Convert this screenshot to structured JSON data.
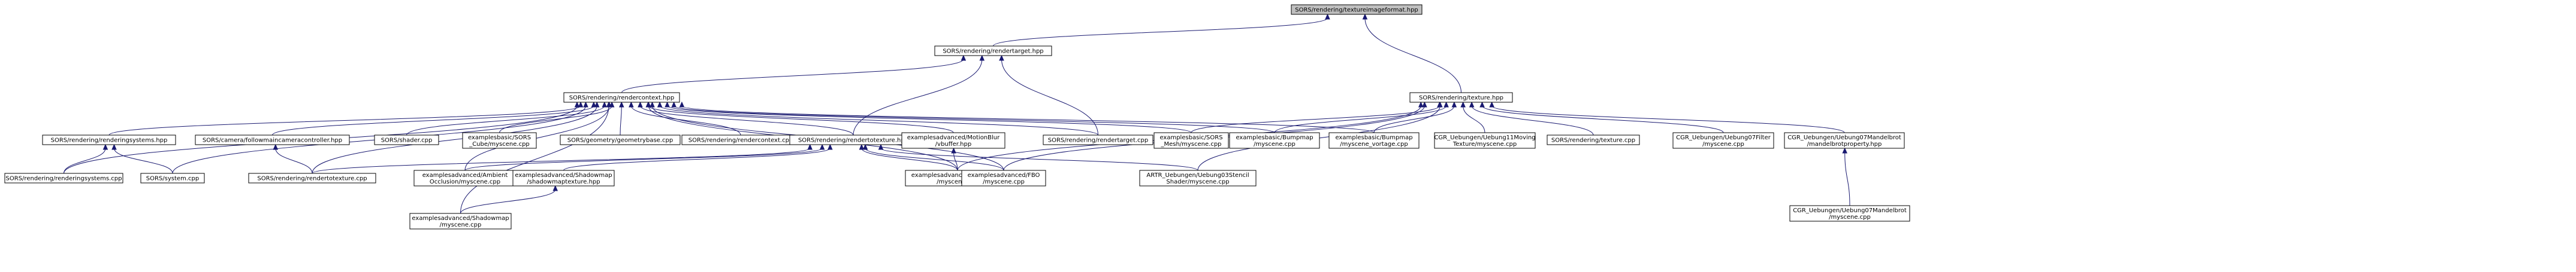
{
  "diagram": {
    "type": "include-dependency-graph",
    "colors": {
      "node_fill": "#ffffff",
      "root_fill": "#bfbfbf",
      "node_border": "#000000",
      "edge": "#191970"
    },
    "nodes": [
      {
        "id": "n0",
        "lines": [
          "SORS/rendering/textureimageformat.hpp"
        ],
        "root": true
      },
      {
        "id": "n1",
        "lines": [
          "SORS/rendering/rendertarget.hpp"
        ]
      },
      {
        "id": "n2",
        "lines": [
          "SORS/rendering/texture.hpp"
        ]
      },
      {
        "id": "n3",
        "lines": [
          "SORS/rendering/rendercontext.hpp"
        ]
      },
      {
        "id": "n4",
        "lines": [
          "SORS/rendering/renderingsystems.hpp"
        ]
      },
      {
        "id": "n5",
        "lines": [
          "SORS/camera/followmaincameracontroller.hpp"
        ]
      },
      {
        "id": "n6",
        "lines": [
          "SORS/shader.cpp"
        ]
      },
      {
        "id": "n7",
        "lines": [
          "examplesbasic/SORS",
          "_Cube/myscene.cpp"
        ]
      },
      {
        "id": "n8",
        "lines": [
          "SORS/geometry/geometrybase.cpp"
        ]
      },
      {
        "id": "n9",
        "lines": [
          "SORS/rendering/rendercontext.cpp"
        ]
      },
      {
        "id": "n10",
        "lines": [
          "SORS/rendering/rendertotexture.hpp"
        ]
      },
      {
        "id": "n11",
        "lines": [
          "examplesadvanced/MotionBlur",
          "/vbuffer.hpp"
        ]
      },
      {
        "id": "n12",
        "lines": [
          "SORS/rendering/rendertarget.cpp"
        ]
      },
      {
        "id": "n13",
        "lines": [
          "examplesbasic/SORS",
          "_Mesh/myscene.cpp"
        ]
      },
      {
        "id": "n14",
        "lines": [
          "examplesbasic/Bumpmap",
          "/myscene.cpp"
        ]
      },
      {
        "id": "n15",
        "lines": [
          "examplesbasic/Bumpmap",
          "/myscene_vortage.cpp"
        ]
      },
      {
        "id": "n16",
        "lines": [
          "CGR_Uebungen/Uebung11Moving",
          "Texture/myscene.cpp"
        ]
      },
      {
        "id": "n17",
        "lines": [
          "SORS/rendering/texture.cpp"
        ]
      },
      {
        "id": "n18",
        "lines": [
          "CGR_Uebungen/Uebung07Filter",
          "/myscene.cpp"
        ]
      },
      {
        "id": "n19",
        "lines": [
          "CGR_Uebungen/Uebung07Mandelbrot",
          "/mandelbrotproperty.hpp"
        ]
      },
      {
        "id": "n20",
        "lines": [
          "SORS/rendering/renderingsystems.cpp"
        ]
      },
      {
        "id": "n21",
        "lines": [
          "SORS/system.cpp"
        ]
      },
      {
        "id": "n22",
        "lines": [
          "SORS/rendering/rendertotexture.cpp"
        ]
      },
      {
        "id": "n23",
        "lines": [
          "examplesadvanced/Ambient",
          "Occlusion/myscene.cpp"
        ]
      },
      {
        "id": "n24",
        "lines": [
          "examplesadvanced/Shadowmap",
          "/shadowmaptexture.hpp"
        ]
      },
      {
        "id": "n25",
        "lines": [
          "examplesadvanced/MotionBlur",
          "/myscene.cpp"
        ]
      },
      {
        "id": "n26",
        "lines": [
          "examplesadvanced/FBO",
          "/myscene.cpp"
        ]
      },
      {
        "id": "n27",
        "lines": [
          "ARTR_Uebungen/Uebung03Stencil",
          "Shader/myscene.cpp"
        ]
      },
      {
        "id": "n28",
        "lines": [
          "CGR_Uebungen/Uebung07Mandelbrot",
          "/myscene.cpp"
        ]
      },
      {
        "id": "n29",
        "lines": [
          "examplesadvanced/Shadowmap",
          "/myscene.cpp"
        ]
      }
    ],
    "edges": [
      [
        "n1",
        "n0"
      ],
      [
        "n2",
        "n0"
      ],
      [
        "n3",
        "n1"
      ],
      [
        "n10",
        "n1"
      ],
      [
        "n12",
        "n1"
      ],
      [
        "n4",
        "n3"
      ],
      [
        "n5",
        "n3"
      ],
      [
        "n6",
        "n3"
      ],
      [
        "n7",
        "n3"
      ],
      [
        "n8",
        "n3"
      ],
      [
        "n9",
        "n3"
      ],
      [
        "n10",
        "n3"
      ],
      [
        "n11",
        "n3"
      ],
      [
        "n12",
        "n3"
      ],
      [
        "n13",
        "n3"
      ],
      [
        "n14",
        "n3"
      ],
      [
        "n15",
        "n3"
      ],
      [
        "n20",
        "n3"
      ],
      [
        "n21",
        "n3"
      ],
      [
        "n22",
        "n3"
      ],
      [
        "n23",
        "n3"
      ],
      [
        "n25",
        "n3"
      ],
      [
        "n26",
        "n3"
      ],
      [
        "n29",
        "n3"
      ],
      [
        "n13",
        "n2"
      ],
      [
        "n14",
        "n2"
      ],
      [
        "n15",
        "n2"
      ],
      [
        "n16",
        "n2"
      ],
      [
        "n17",
        "n2"
      ],
      [
        "n18",
        "n2"
      ],
      [
        "n19",
        "n2"
      ],
      [
        "n25",
        "n2"
      ],
      [
        "n26",
        "n2"
      ],
      [
        "n27",
        "n2"
      ],
      [
        "n20",
        "n4"
      ],
      [
        "n21",
        "n4"
      ],
      [
        "n22",
        "n5"
      ],
      [
        "n22",
        "n10"
      ],
      [
        "n23",
        "n10"
      ],
      [
        "n24",
        "n10"
      ],
      [
        "n25",
        "n10"
      ],
      [
        "n26",
        "n10"
      ],
      [
        "n27",
        "n10"
      ],
      [
        "n25",
        "n11"
      ],
      [
        "n29",
        "n24"
      ],
      [
        "n28",
        "n19"
      ]
    ]
  }
}
